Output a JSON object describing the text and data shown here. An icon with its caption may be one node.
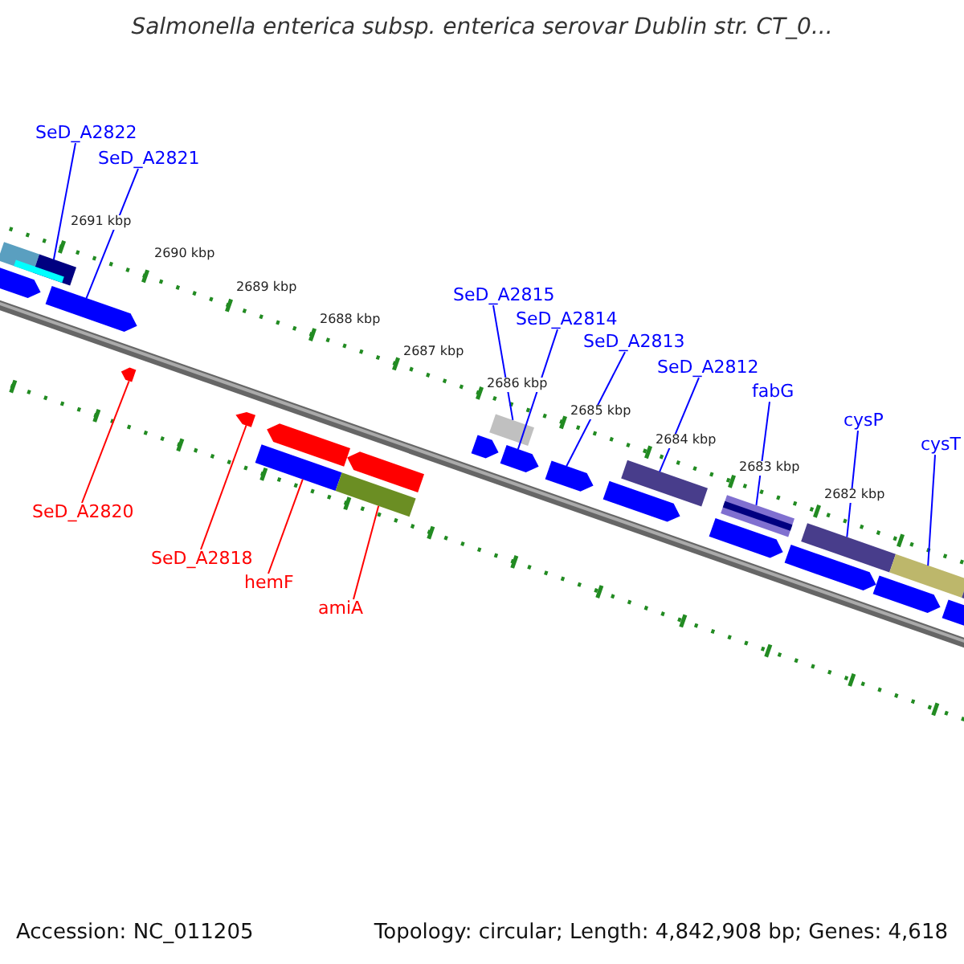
{
  "diagram": {
    "title": "Salmonella enterica subsp. enterica serovar Dublin str. CT_0...",
    "nodes": [
      {
        "text": [
          "SeD_A2822"
        ]
      },
      {
        "text": [
          "SeD_A2821"
        ]
      },
      {
        "text": [
          "SeD_A2815"
        ]
      },
      {
        "text": [
          "SeD_A2814"
        ]
      },
      {
        "text": [
          "SeD_A2813"
        ]
      },
      {
        "text": [
          "SeD_A2812"
        ]
      },
      {
        "text": [
          "fabG"
        ]
      },
      {
        "text": [
          "cysP"
        ]
      },
      {
        "text": [
          "cysT"
        ]
      },
      {
        "text": [
          "SeD_A2820"
        ]
      },
      {
        "text": [
          "SeD_A2818"
        ]
      },
      {
        "text": [
          "hemF"
        ]
      },
      {
        "text": [
          "amiA"
        ]
      },
      {
        "text": [],
        "shape": "bar"
      },
      {
        "text": [],
        "shape": "arrow"
      },
      {
        "text": [],
        "shape": "bar"
      },
      {
        "text": [],
        "shape": "arrow"
      },
      {
        "text": [],
        "shape": "arrow"
      },
      {
        "text": [],
        "shape": "arrow"
      },
      {
        "text": [],
        "shape": "arrow"
      },
      {
        "text": [],
        "shape": "bar"
      },
      {
        "text": [],
        "shape": "arrow"
      },
      {
        "text": [],
        "shape": "bar"
      },
      {
        "text": [],
        "shape": "arrow"
      },
      {
        "text": [],
        "shape": "bar"
      },
      {
        "text": [],
        "shape": "arrow"
      },
      {
        "text": [],
        "shape": "arrow"
      },
      {
        "text": [],
        "shape": "arrow"
      },
      {
        "text": [],
        "shape": "bar"
      },
      {
        "text": [],
        "shape": "arrow"
      },
      {
        "text": [],
        "shape": "bar"
      },
      {
        "text": [],
        "shape": "arrow"
      },
      {
        "text": [],
        "shape": "bar"
      },
      {
        "text": [],
        "shape": "arrow"
      },
      {
        "text": [],
        "shape": "bar"
      },
      {
        "text": [],
        "shape": "arrow"
      },
      {
        "text": [],
        "shape": "bar"
      }
    ],
    "edges": [
      {
        "from": 0,
        "to": 15,
        "arrow": "none"
      },
      {
        "from": 1,
        "to": 16,
        "arrow": "none"
      },
      {
        "from": 2,
        "to": 24,
        "arrow": "none"
      },
      {
        "from": 3,
        "to": 25,
        "arrow": "none"
      },
      {
        "from": 4,
        "to": 26,
        "arrow": "none"
      },
      {
        "from": 5,
        "to": 28,
        "arrow": "none"
      },
      {
        "from": 6,
        "to": 30,
        "arrow": "none"
      },
      {
        "from": 7,
        "to": 32,
        "arrow": "none"
      },
      {
        "from": 8,
        "to": 34,
        "arrow": "none"
      },
      {
        "from": 9,
        "to": 17,
        "arrow": "none",
        "color": "#ff0000"
      },
      {
        "from": 10,
        "to": 18,
        "arrow": "none",
        "color": "#ff0000"
      },
      {
        "from": 11,
        "to": 20,
        "arrow": "none",
        "color": "#ff0000"
      },
      {
        "from": 12,
        "to": 22,
        "arrow": "none",
        "color": "#ff0000"
      }
    ],
    "labels": [
      "2691 kbp",
      "2690 kbp",
      "2689 kbp",
      "2688 kbp",
      "2687 kbp",
      "2686 kbp",
      "2685 kbp",
      "2684 kbp",
      "2683 kbp",
      "2682 kbp",
      "Accession: NC_011205",
      "Topology: circular; Length: 4,842,908 bp; Genes: 4,618"
    ]
  }
}
